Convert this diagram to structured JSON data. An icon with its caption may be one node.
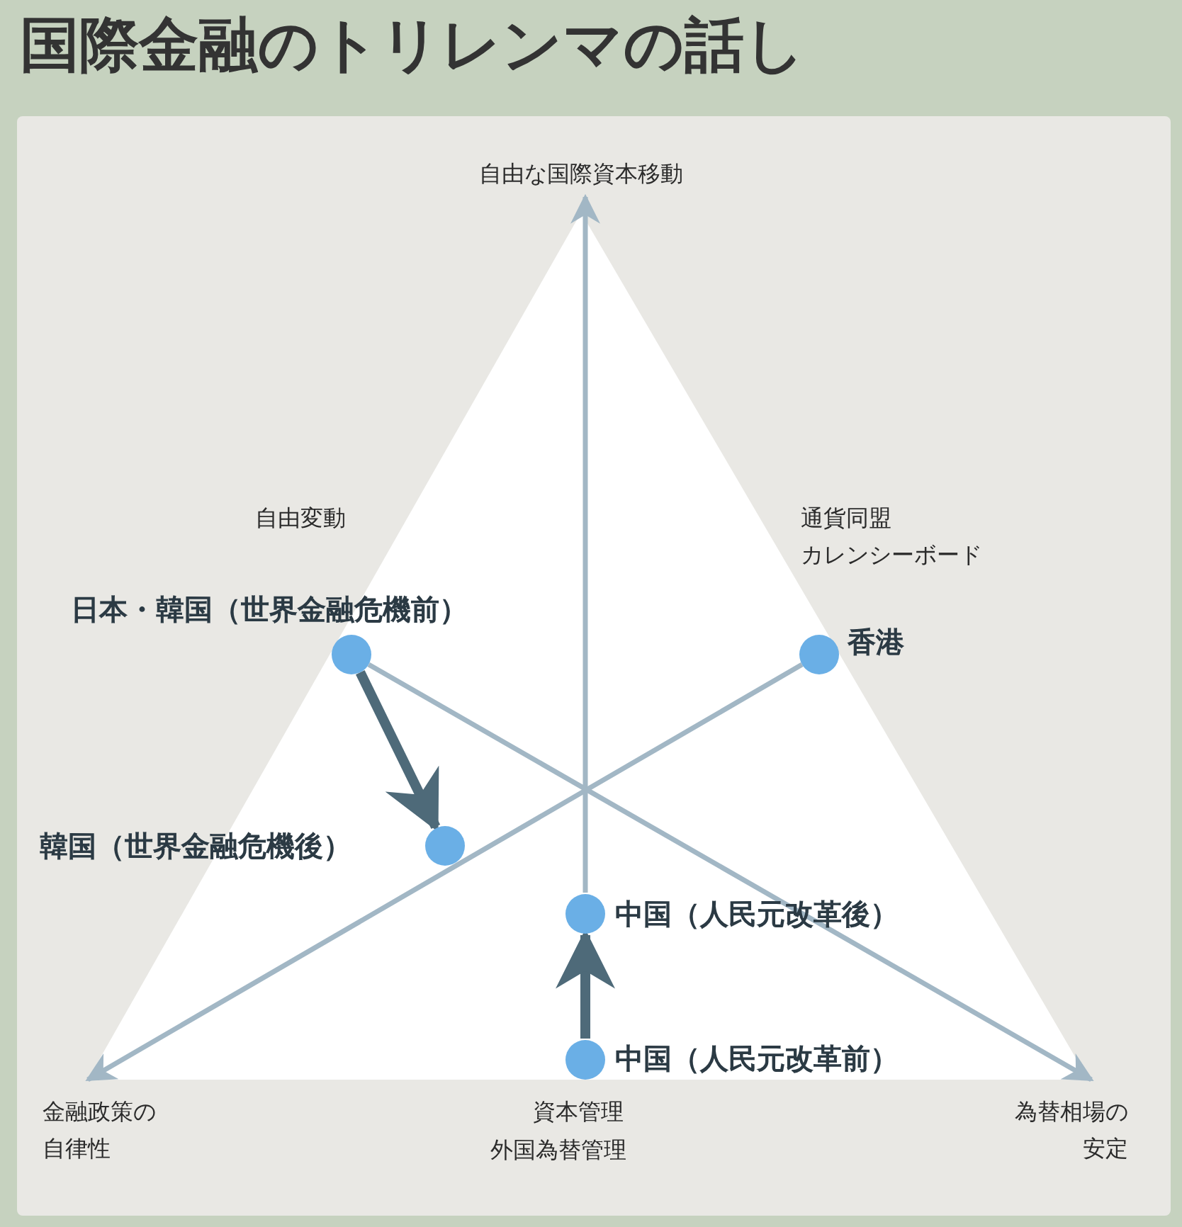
{
  "diagram": {
    "title": "国際金融のトリレンマの話し",
    "nodes": [
      {
        "text": [
          "自由な国際資本移動"
        ]
      },
      {
        "text": [
          "日本・韓国（世界金融危機前）"
        ]
      },
      {
        "text": [
          "香港"
        ]
      },
      {
        "text": [
          "韓国（世界金融危機後）"
        ]
      },
      {
        "text": [
          "中国（人民元改革後）"
        ]
      },
      {
        "text": [
          "中国（人民元改革前）"
        ]
      },
      {
        "text": [
          "金融政策の自律性"
        ]
      },
      {
        "text": [
          "為替相場の安定"
        ]
      }
    ],
    "edges": [
      {
        "from": 4,
        "to": 0,
        "arrow": "to"
      },
      {
        "from": 1,
        "to": 7,
        "arrow": "to"
      },
      {
        "from": 2,
        "to": 6,
        "arrow": "to"
      },
      {
        "from": 1,
        "to": 3,
        "arrow": "to",
        "style": "thick",
        "color": "#4e6a79"
      },
      {
        "from": 5,
        "to": 4,
        "arrow": "to",
        "style": "thick",
        "color": "#4e6a79"
      }
    ],
    "labels": [
      "自由変動",
      "通貨同盟",
      "カレンシーボード",
      "資本管理",
      "外国為替管理"
    ]
  }
}
